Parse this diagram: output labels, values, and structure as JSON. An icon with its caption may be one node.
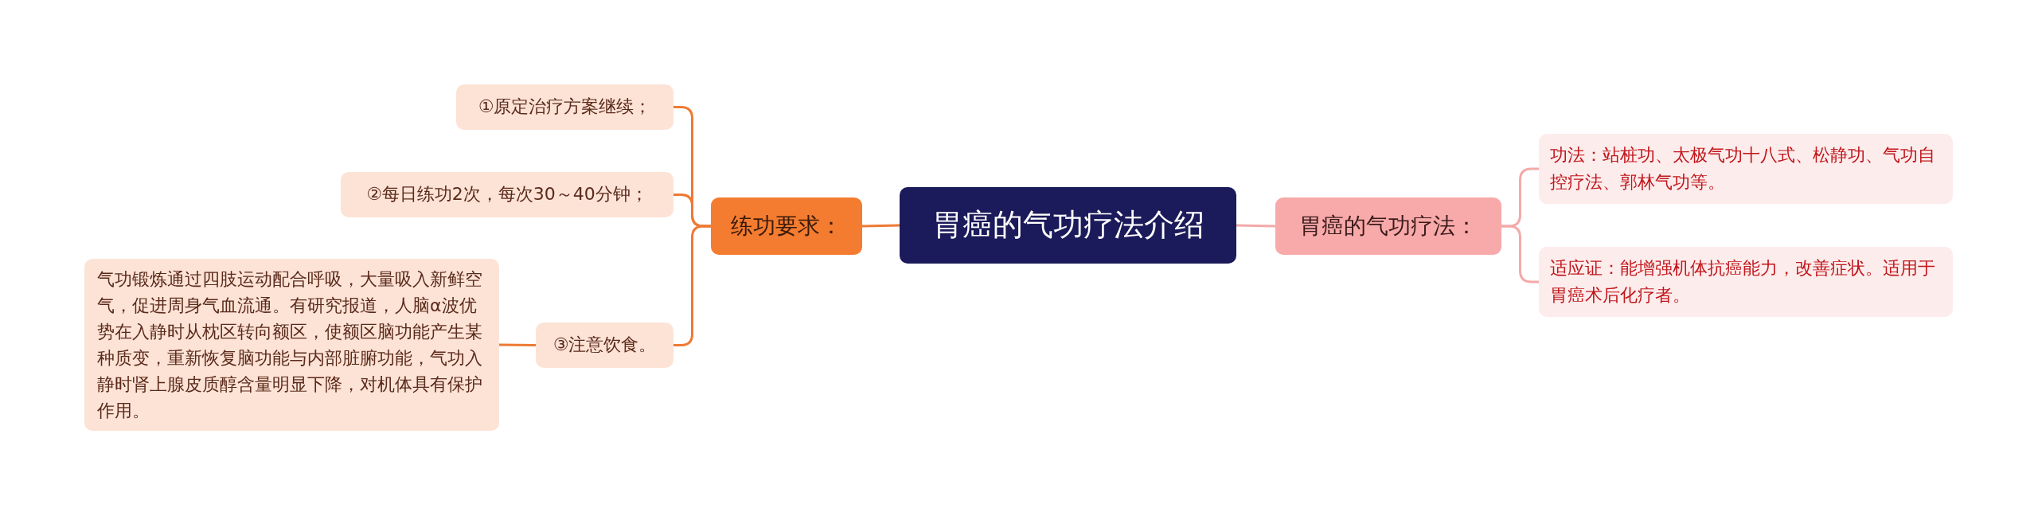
{
  "diagram": {
    "nodes": [
      {
        "text": [
          "胃癌的气功疗法介绍"
        ]
      },
      {
        "text": [
          "练功要求："
        ]
      },
      {
        "text": [
          "①原定治疗方案继续；"
        ]
      },
      {
        "text": [
          "②每日练功2次，每次30～40分钟；"
        ]
      },
      {
        "text": [
          "③注意饮食。"
        ]
      },
      {
        "text": [
          "气功锻炼通过四肢运动配合呼吸，大量吸入新鲜空气，促进周身气血流通。有研究报道，人脑α波优势在入静时从枕区转向额区，使额区脑功能产生某种质变，重新恢复脑功能与内部脏腑功能，气功入静时肾上腺皮质醇含量明显下降，对机体具有保护作用。"
        ]
      },
      {
        "text": [
          "胃癌的气功疗法："
        ]
      },
      {
        "text": [
          "功法：站桩功、太极气功十八式、松静功、气功自控疗法、郭林气功等。"
        ]
      },
      {
        "text": [
          "适应证：能增强机体抗癌能力，改善症状。适用于胃癌术后化疗者。"
        ]
      }
    ],
    "edges": [
      {
        "from": 0,
        "to": 1,
        "arrow": "none"
      },
      {
        "from": 1,
        "to": 2,
        "arrow": "none"
      },
      {
        "from": 1,
        "to": 3,
        "arrow": "none"
      },
      {
        "from": 1,
        "to": 4,
        "arrow": "none"
      },
      {
        "from": 4,
        "to": 5,
        "arrow": "none"
      },
      {
        "from": 0,
        "to": 6,
        "arrow": "none",
        "color": "#f4a9a9"
      },
      {
        "from": 6,
        "to": 7,
        "arrow": "none",
        "color": "#f4a9a9"
      },
      {
        "from": 6,
        "to": 8,
        "arrow": "none",
        "color": "#f4a9a9"
      }
    ]
  }
}
